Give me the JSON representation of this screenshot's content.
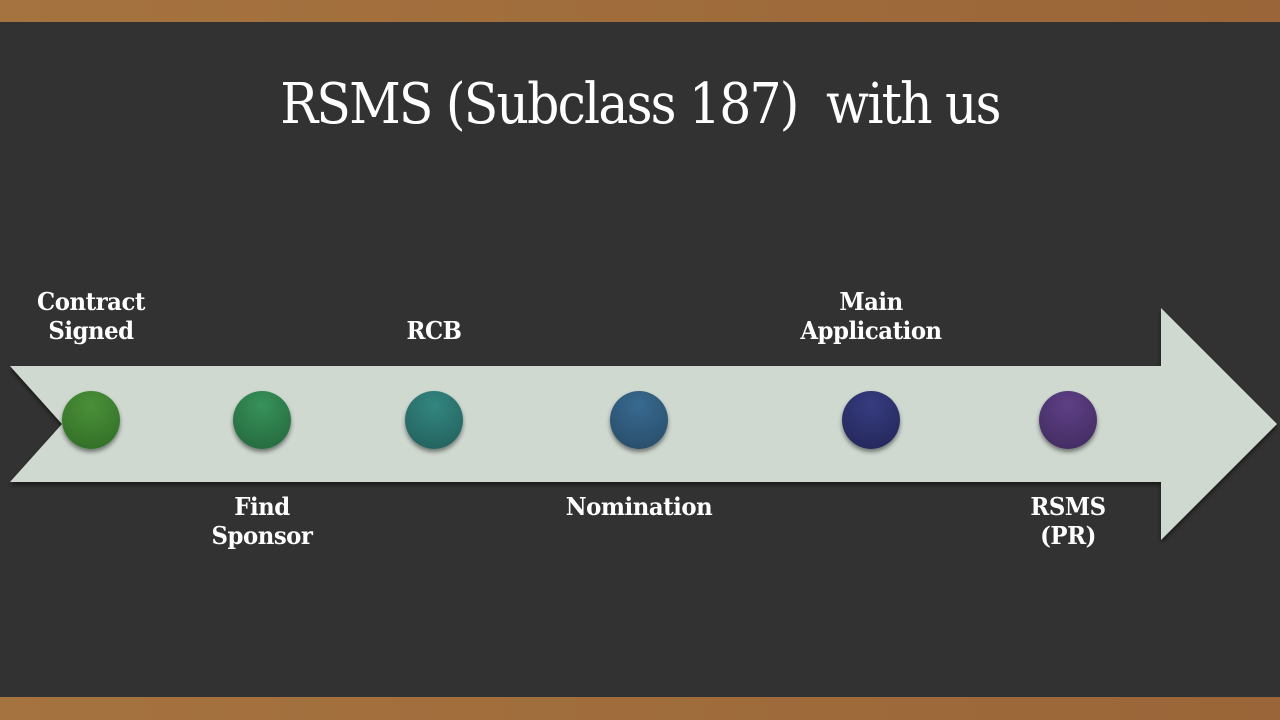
{
  "slide": {
    "title": "RSMS (Subclass 187)  with us",
    "colors": {
      "background": "#323232",
      "frame_bar": "#a0703d",
      "arrow_fill": "#cfd9d0",
      "text": "#ffffff"
    }
  },
  "timeline": {
    "steps": [
      {
        "label": "Contract\nSigned",
        "position": "above",
        "color": "#3a8030"
      },
      {
        "label": "Find\nSponsor",
        "position": "below",
        "color": "#2e7a4a"
      },
      {
        "label": "RCB",
        "position": "above",
        "color": "#2b716c"
      },
      {
        "label": "Nomination",
        "position": "below",
        "color": "#2f5878"
      },
      {
        "label": "Main\nApplication",
        "position": "above",
        "color": "#2c2f6a"
      },
      {
        "label": "RSMS\n(PR)",
        "position": "below",
        "color": "#4e3470"
      }
    ]
  }
}
